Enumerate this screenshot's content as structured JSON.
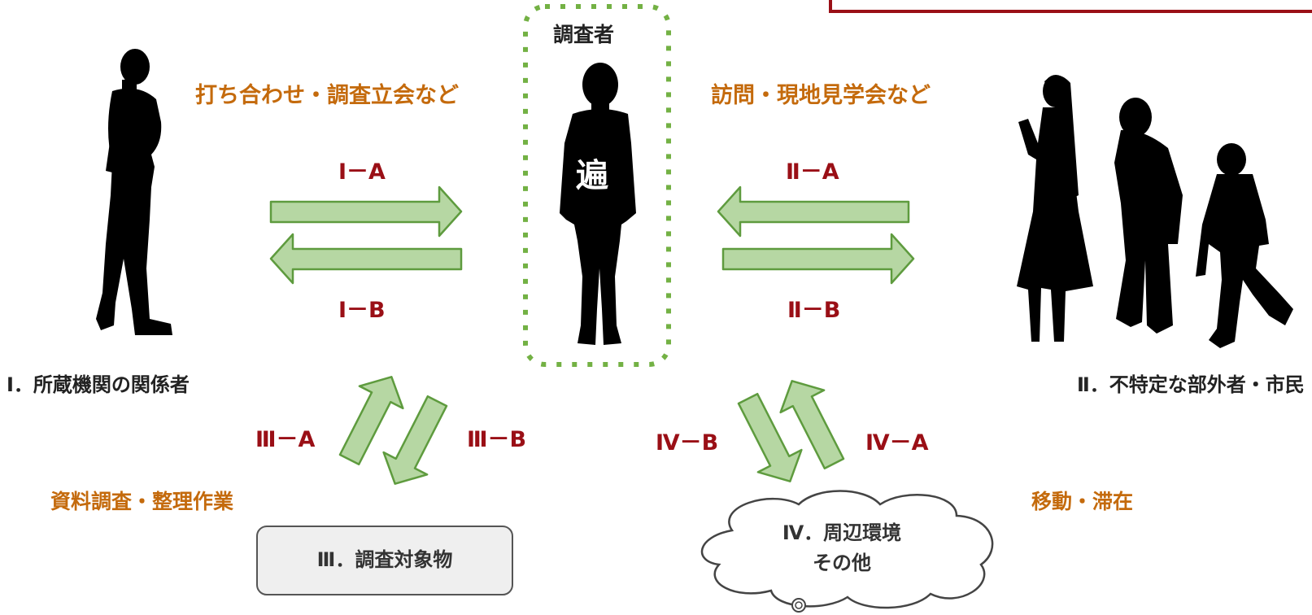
{
  "researcher": {
    "label": "調査者",
    "glyph": "遍"
  },
  "groups": {
    "staff": "Ⅰ．所蔵機関の関係者",
    "public": "Ⅱ．不特定な部外者・市民",
    "objects": "Ⅲ．調査対象物",
    "env_line1": "Ⅳ．周辺環境",
    "env_line2": "その他"
  },
  "activities": {
    "meeting": "打ち合わせ・調査立会など",
    "visit": "訪問・現地見学会など",
    "material": "資料調査・整理作業",
    "travel": "移動・滞在"
  },
  "arrows": {
    "i_a": "Ⅰ－A",
    "i_b": "Ⅰ－B",
    "ii_a": "Ⅱ－A",
    "ii_b": "Ⅱ－B",
    "iii_a": "Ⅲ－A",
    "iii_b": "Ⅲ－B",
    "iv_a": "Ⅳ－A",
    "iv_b": "Ⅳ－B"
  },
  "colors": {
    "arrow_fill": "#B6D7A3",
    "arrow_stroke": "#5E9B3E",
    "dotted_border": "#73B144",
    "activity_text": "#C46A0C",
    "arrow_label": "#9A0F16",
    "frame": "#9A0F16"
  }
}
